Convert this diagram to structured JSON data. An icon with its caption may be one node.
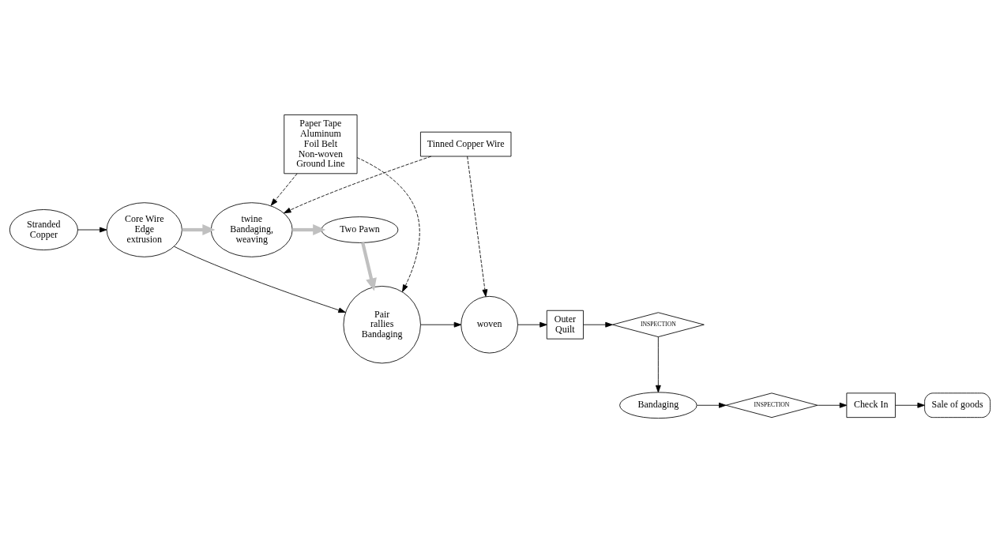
{
  "diagram": {
    "nodes": [
      {
        "text": [
          "Stranded Copper"
        ]
      },
      {
        "text": [
          "Core Wire Edge extrusion"
        ]
      },
      {
        "text": [
          "twine Bandaging, weaving"
        ]
      },
      {
        "text": [
          "Two Pawn"
        ]
      },
      {
        "text": [
          "Paper Tape Aluminum Foil Belt Non-woven Ground Line"
        ]
      },
      {
        "text": [
          "Tinned Copper Wire"
        ]
      },
      {
        "text": [
          "Pair rallies Bandaging"
        ]
      },
      {
        "text": [
          "woven"
        ]
      },
      {
        "text": [
          "Outer Quilt"
        ]
      },
      {
        "text": [
          "INSPECTION"
        ]
      },
      {
        "text": [
          "Bandaging"
        ]
      },
      {
        "text": [
          "INSPECTION"
        ]
      },
      {
        "text": [
          "Check In"
        ]
      },
      {
        "text": [
          "Sale of goods"
        ]
      }
    ],
    "edges": [
      {
        "from": 0,
        "to": 1,
        "arrow": "to"
      },
      {
        "from": 1,
        "to": 2,
        "arrow": "to",
        "style": "thick",
        "color": "#c0c0c0"
      },
      {
        "from": 2,
        "to": 3,
        "arrow": "to",
        "style": "thick",
        "color": "#c0c0c0"
      },
      {
        "from": 3,
        "to": 6,
        "arrow": "to",
        "style": "thick",
        "color": "#c0c0c0"
      },
      {
        "from": 1,
        "to": 6,
        "arrow": "to"
      },
      {
        "from": 4,
        "to": 2,
        "arrow": "to",
        "style": "dashed"
      },
      {
        "from": 4,
        "to": 6,
        "arrow": "to",
        "style": "dashed"
      },
      {
        "from": 5,
        "to": 2,
        "arrow": "to",
        "style": "dashed"
      },
      {
        "from": 5,
        "to": 7,
        "arrow": "to",
        "style": "dashed"
      },
      {
        "from": 6,
        "to": 7,
        "arrow": "to"
      },
      {
        "from": 7,
        "to": 8,
        "arrow": "to"
      },
      {
        "from": 8,
        "to": 9,
        "arrow": "to"
      },
      {
        "from": 9,
        "to": 10,
        "arrow": "to"
      },
      {
        "from": 10,
        "to": 11,
        "arrow": "to"
      },
      {
        "from": 11,
        "to": 12,
        "arrow": "to"
      },
      {
        "from": 12,
        "to": 13,
        "arrow": "to"
      }
    ]
  }
}
